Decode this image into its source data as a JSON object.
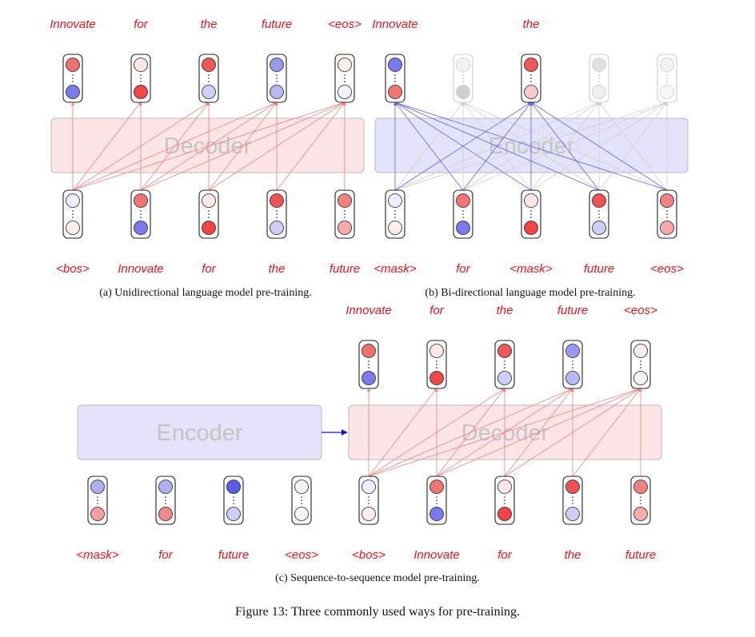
{
  "figure_caption": "Figure 13: Three commonly used ways for pre-training.",
  "colors": {
    "token_label": "#e8141e",
    "decoder_fill": "#fde4e6",
    "encoder_fill": "#e3e3fb",
    "block_stroke": "#bbbbbb",
    "block_text": "#c4c4c4",
    "red_edge": "#f08c8c",
    "blue_edge": "#6f6fe6",
    "gray_edge": "#d2d2d2",
    "handoff_arrow": "#1515c8"
  },
  "panels": [
    {
      "id": "a",
      "caption": "(a) Unidirectional language model pre-training.",
      "block_label": "Decoder",
      "block_kind": "decoder",
      "top_labels": [
        "Innovate",
        "for",
        "the",
        "future",
        "<eos>"
      ],
      "bottom_labels": [
        "<bos>",
        "Innovate",
        "for",
        "the",
        "future"
      ],
      "top_vectors": [
        {
          "top": "#f07070",
          "bottom": "#7a7aee",
          "faded": false
        },
        {
          "top": "#fde8e8",
          "bottom": "#ef4848",
          "faded": false
        },
        {
          "top": "#ef5858",
          "bottom": "#cdcdf8",
          "faded": false
        },
        {
          "top": "#9999f0",
          "bottom": "#b8b8f4",
          "faded": false
        },
        {
          "top": "#fcecec",
          "bottom": "#f1f1fc",
          "faded": false
        }
      ],
      "bottom_vectors": [
        {
          "top": "#ececfb",
          "bottom": "#fdeeee"
        },
        {
          "top": "#f07474",
          "bottom": "#7a7aee"
        },
        {
          "top": "#fde6e6",
          "bottom": "#ef4545"
        },
        {
          "top": "#ef5252",
          "bottom": "#cdcdf8"
        },
        {
          "top": "#f08282",
          "bottom": "#f6aaaa"
        }
      ],
      "edges": "causal"
    },
    {
      "id": "b",
      "caption": "(b) Bi-directional language model pre-training.",
      "block_label": "Encoder",
      "block_kind": "encoder",
      "top_labels": [
        "Innovate",
        "",
        "the",
        "",
        ""
      ],
      "bottom_labels": [
        "<mask>",
        "for",
        "<mask>",
        "future",
        "<eos>"
      ],
      "top_vectors": [
        {
          "top": "#7a7aee",
          "bottom": "#f07474",
          "faded": false
        },
        {
          "top": "#f3f3f3",
          "bottom": "#cfcfcf",
          "faded": true
        },
        {
          "top": "#ef5858",
          "bottom": "#f9cccc",
          "faded": false
        },
        {
          "top": "#e0e0e0",
          "bottom": "#eeeeee",
          "faded": true
        },
        {
          "top": "#f3f3f3",
          "bottom": "#f6f6f6",
          "faded": true
        }
      ],
      "bottom_vectors": [
        {
          "top": "#ececfb",
          "bottom": "#fdeeee"
        },
        {
          "top": "#f07474",
          "bottom": "#7a7aee"
        },
        {
          "top": "#fde6e6",
          "bottom": "#ef4545"
        },
        {
          "top": "#ef5252",
          "bottom": "#cdcdf8"
        },
        {
          "top": "#f08282",
          "bottom": "#f6aaaa"
        }
      ],
      "edges": "full"
    },
    {
      "id": "c",
      "caption": "(c) Sequence-to-sequence model pre-training.",
      "encoder_label": "Encoder",
      "decoder_label": "Decoder",
      "top_labels": [
        "Innovate",
        "for",
        "the",
        "future",
        "<eos>"
      ],
      "encoder_input_labels": [
        "<mask>",
        "for",
        "future",
        "<eos>"
      ],
      "decoder_input_labels": [
        "<bos>",
        "Innovate",
        "for",
        "the",
        "future"
      ],
      "top_vectors": [
        {
          "top": "#f07070",
          "bottom": "#7a7aee"
        },
        {
          "top": "#fde8e8",
          "bottom": "#ef4848"
        },
        {
          "top": "#ef5858",
          "bottom": "#cdcdf8"
        },
        {
          "top": "#9999f0",
          "bottom": "#b8b8f4"
        },
        {
          "top": "#fcecec",
          "bottom": "#f1f1fc"
        }
      ],
      "encoder_vectors": [
        {
          "top": "#aeaef2",
          "bottom": "#f4a0a0"
        },
        {
          "top": "#aeaef2",
          "bottom": "#f08888"
        },
        {
          "top": "#5c5ce8",
          "bottom": "#cdcdf8"
        },
        {
          "top": "#f1f1fc",
          "bottom": "#f4f4fc"
        }
      ],
      "decoder_vectors": [
        {
          "top": "#ececfb",
          "bottom": "#fdeeee"
        },
        {
          "top": "#f07474",
          "bottom": "#7a7aee"
        },
        {
          "top": "#fde6e6",
          "bottom": "#ef4545"
        },
        {
          "top": "#ef5252",
          "bottom": "#cdcdf8"
        },
        {
          "top": "#f08282",
          "bottom": "#f6aaaa"
        }
      ]
    }
  ]
}
